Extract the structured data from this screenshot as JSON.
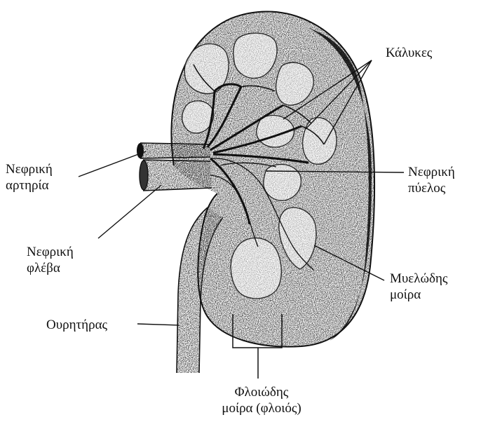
{
  "diagram": {
    "labels": {
      "calyces": "Κάλυκες",
      "renal_artery": [
        "Νεφρική",
        "αρτηρία"
      ],
      "renal_pelvis": [
        "Νεφρική",
        "πύελος"
      ],
      "renal_vein": [
        "Νεφρική",
        "φλέβα"
      ],
      "medulla": [
        "Μυελώδης",
        "μοίρα"
      ],
      "ureter": "Ουρητήρας",
      "cortex": [
        "Φλοιώδης",
        "μοίρα (φλοιός)"
      ]
    },
    "colors": {
      "ink": "#111111",
      "stipple_dark": "#2a2a2a",
      "stipple_light": "#9a9a9a",
      "paper": "#ffffff"
    }
  }
}
